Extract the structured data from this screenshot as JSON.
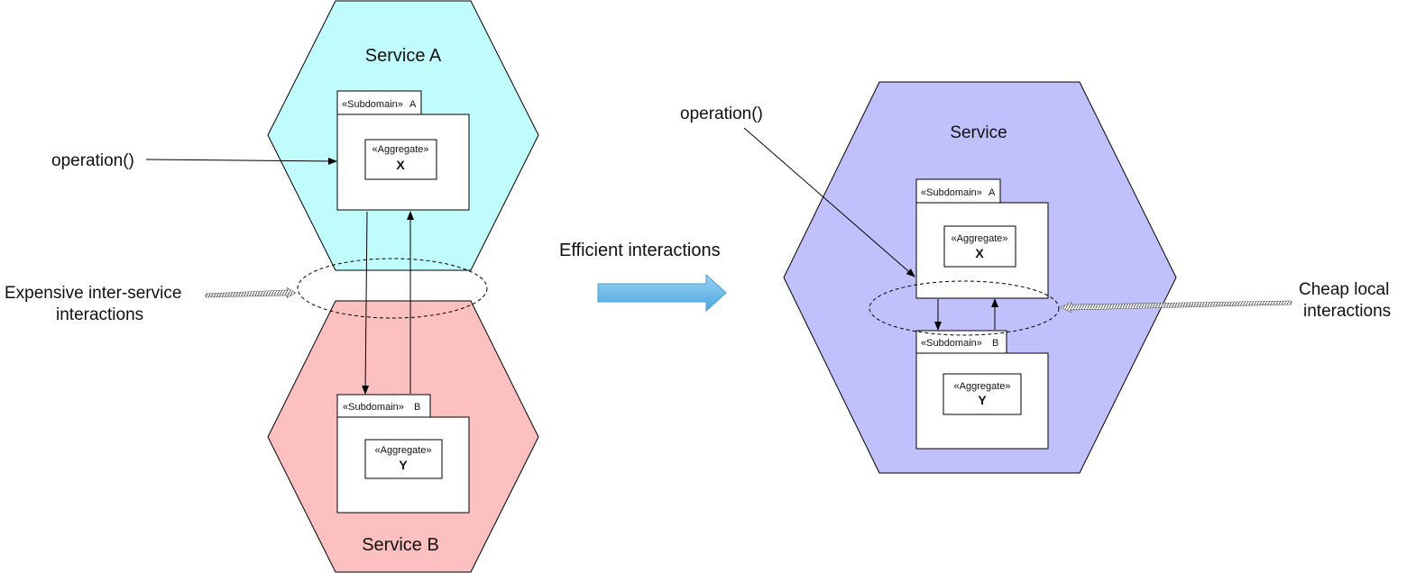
{
  "left": {
    "service_a": {
      "title": "Service A",
      "fill": "#c0fcfc",
      "subdomain": {
        "stereotype": "«Subdomain»",
        "name": "A"
      },
      "aggregate": {
        "stereotype": "«Aggregate»",
        "name": "X"
      }
    },
    "service_b": {
      "title": "Service B",
      "fill": "#fcc0c0",
      "subdomain": {
        "stereotype": "«Subdomain»",
        "name": "B"
      },
      "aggregate": {
        "stereotype": "«Aggregate»",
        "name": "Y"
      }
    },
    "operation_label": "operation()",
    "expensive_label_line1": "Expensive inter-service",
    "expensive_label_line2": "interactions"
  },
  "middle": {
    "efficient_label": "Efficient interactions",
    "arrow_color": "#6ab8e8"
  },
  "right": {
    "service": {
      "title": "Service",
      "fill": "#c0c0fc",
      "subdomain_a": {
        "stereotype": "«Subdomain»",
        "name": "A"
      },
      "aggregate_x": {
        "stereotype": "«Aggregate»",
        "name": "X"
      },
      "subdomain_b": {
        "stereotype": "«Subdomain»",
        "name": "B"
      },
      "aggregate_y": {
        "stereotype": "«Aggregate»",
        "name": "Y"
      }
    },
    "operation_label": "operation()",
    "cheap_label_line1": "Cheap local",
    "cheap_label_line2": "interactions"
  }
}
